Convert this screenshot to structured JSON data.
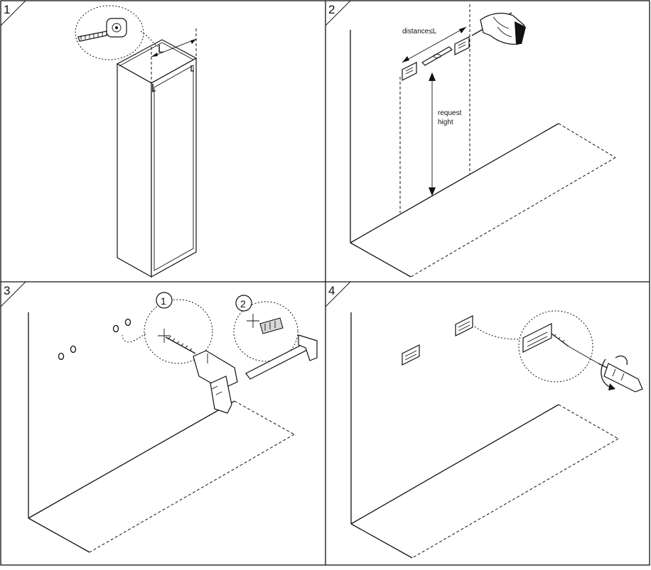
{
  "panels": [
    {
      "number": "1",
      "callout_label": "L"
    },
    {
      "number": "2",
      "distance_label": "distance≤L",
      "height_label_line1": "request",
      "height_label_line2": "hight"
    },
    {
      "number": "3",
      "step_a": "1",
      "step_b": "2"
    },
    {
      "number": "4"
    }
  ]
}
